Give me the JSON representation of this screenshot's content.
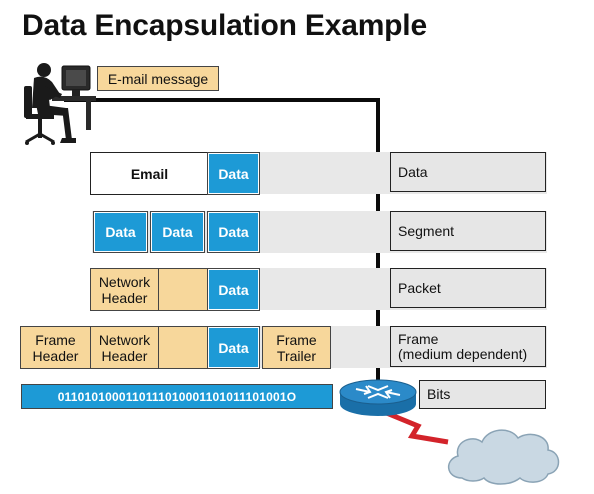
{
  "title": "Data Encapsulation Example",
  "email_message_label": "E-mail message",
  "rows": {
    "data": {
      "email_label": "Email",
      "data_label": "Data",
      "layer_label": "Data"
    },
    "segment": {
      "data_labels": [
        "Data",
        "Data",
        "Data"
      ],
      "layer_label": "Segment"
    },
    "packet": {
      "network_header": "Network\nHeader",
      "data_label": "Data",
      "layer_label": "Packet"
    },
    "frame": {
      "frame_header": "Frame\nHeader",
      "network_header": "Network\nHeader",
      "data_label": "Data",
      "frame_trailer": "Frame\nTrailer",
      "layer_label": "Frame\n(medium dependent)"
    },
    "bits": {
      "value": "0110101000110111010001101011101001O",
      "layer_label": "Bits"
    }
  },
  "icons": {
    "user": "user-at-computer-icon",
    "router": "router-icon",
    "link": "serial-link-icon",
    "cloud": "network-cloud-icon"
  },
  "colors": {
    "data_blue": "#1d9ad6",
    "header_tan": "#f7d79b",
    "label_gray": "#e6e6e6",
    "band_gray": "#e8e8e8",
    "link_red": "#d3232a"
  }
}
